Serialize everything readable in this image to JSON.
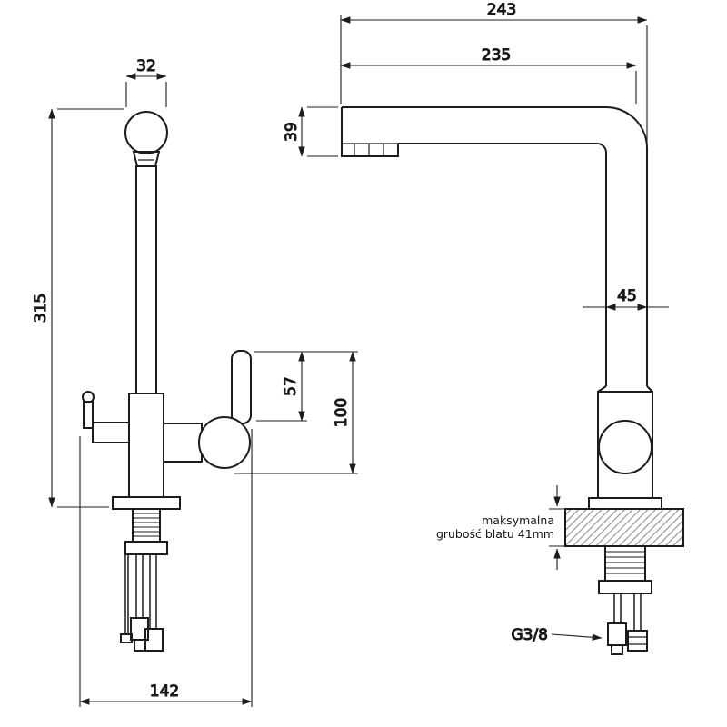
{
  "diagram": {
    "type": "faucet-technical-drawing",
    "colors": {
      "line": "#1c1c1c",
      "background": "#ffffff",
      "hatch": "#8f8f8f"
    },
    "front_view": {
      "dims": {
        "head_width": "32",
        "total_height": "315",
        "handle_height": "57",
        "body_height": "100",
        "footprint_width": "142"
      }
    },
    "side_view": {
      "dims": {
        "total_depth": "243",
        "spout_reach": "235",
        "spout_height": "39",
        "column_width": "45"
      },
      "labels": {
        "counter_note_line1": "maksymalna",
        "counter_note_line2": "grubość blatu 41mm",
        "thread_size": "G3/8"
      }
    }
  }
}
